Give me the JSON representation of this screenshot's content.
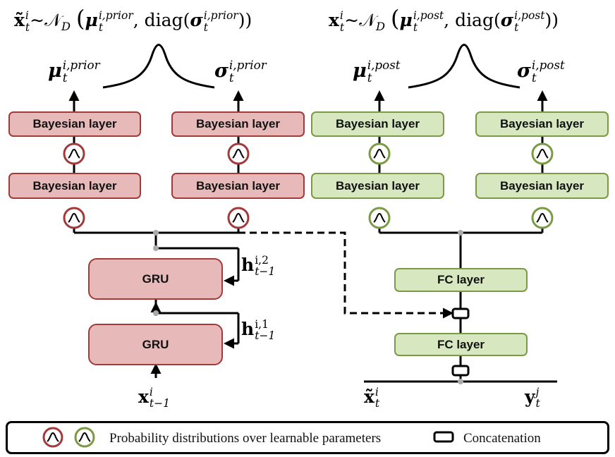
{
  "layers": {
    "bayesian_label": "Bayesian layer",
    "gru_label": "GRU",
    "fc_label": "FC layer"
  },
  "math": {
    "prior_sample": {
      "lhs": "x̃",
      "sup": "i",
      "sub": "t",
      "dist": "∼𝒩",
      "dist_sub": "D",
      "mu": "μ",
      "mu_sup": "i,prior",
      "mu_sub": "t",
      "diag": "diag(",
      "sigma": "σ",
      "sigma_sup": "i,prior",
      "sigma_sub": "t",
      "close": "))"
    },
    "post_sample": {
      "lhs": "x",
      "sup": "i",
      "sub": "t",
      "dist": "∼𝒩",
      "dist_sub": "D",
      "mu": "μ",
      "mu_sup": "i,post",
      "mu_sub": "t",
      "diag": "diag(",
      "sigma": "σ",
      "sigma_sup": "i,post",
      "sigma_sub": "t",
      "close": "))"
    },
    "mu_prior": {
      "base": "μ",
      "sup": "i,prior",
      "sub": "t"
    },
    "sigma_prior": {
      "base": "σ",
      "sup": "i,prior",
      "sub": "t"
    },
    "mu_post": {
      "base": "μ",
      "sup": "i,post",
      "sub": "t"
    },
    "sigma_post": {
      "base": "σ",
      "sup": "i,post",
      "sub": "t"
    },
    "h2": {
      "base": "h",
      "sup": "i,2",
      "sub": "t−1"
    },
    "h1": {
      "base": "h",
      "sup": "i,1",
      "sub": "t−1"
    },
    "x_input": {
      "base": "x",
      "sup": "i",
      "sub": "t−1"
    },
    "x_tilde_input": {
      "base": "x̃",
      "sup": "i",
      "sub": "t"
    },
    "y_input": {
      "base": "y",
      "sup": "j",
      "sub": "t"
    }
  },
  "legend": {
    "prob_text": "Probability distributions over learnable parameters",
    "concat_text": "Concatenation"
  },
  "colors": {
    "prior_fill": "#e8b9b9",
    "prior_border": "#a33a3a",
    "post_fill": "#d7e8c1",
    "post_border": "#7a9a45",
    "line": "#000000",
    "junction": "#aaaaaa"
  }
}
